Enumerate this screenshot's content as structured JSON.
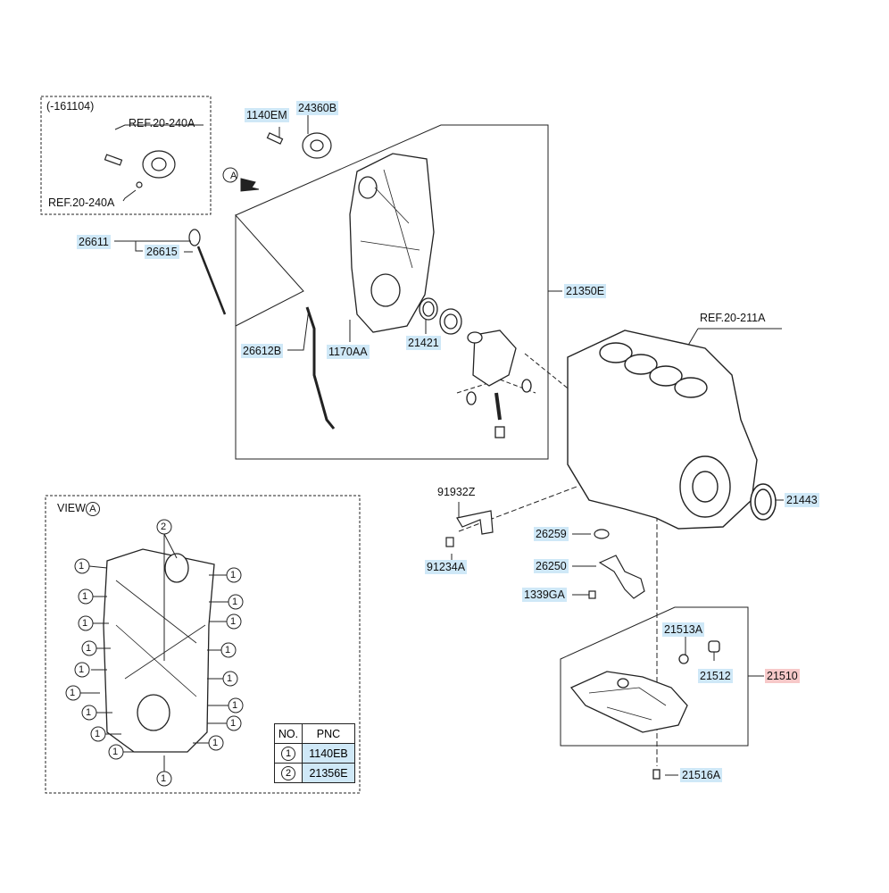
{
  "views": {
    "detail_box_title": "(-161104)",
    "view_title": "VIEW",
    "view_marker": "A",
    "arrow_marker": "A"
  },
  "labels": {
    "ref_20_240a_top": "REF.20-240A",
    "ref_20_240a_bottom": "REF.20-240A",
    "p1140em": "1140EM",
    "p24360b": "24360B",
    "p26611": "26611",
    "p26615": "26615",
    "p21350e": "21350E",
    "p26612b": "26612B",
    "p1170aa": "1170AA",
    "p21421": "21421",
    "ref_20_211a": "REF.20-211A",
    "p21443": "21443",
    "p91932z": "91932Z",
    "p26259": "26259",
    "p91234a": "91234A",
    "p26250": "26250",
    "p1339ga": "1339GA",
    "p21513a": "21513A",
    "p21512": "21512",
    "p21510": "21510",
    "p21516a": "21516A"
  },
  "legend": {
    "header_no": "NO.",
    "header_pnc": "PNC",
    "rows": [
      {
        "no": "1",
        "pnc": "1140EB"
      },
      {
        "no": "2",
        "pnc": "21356E"
      }
    ]
  },
  "view_callouts": {
    "bolt_marker": "1",
    "cover_marker": "2"
  },
  "colors": {
    "pnc_highlight": "#cfe8f7",
    "pnc_red_highlight": "#f7c9c9",
    "line": "#222222"
  }
}
